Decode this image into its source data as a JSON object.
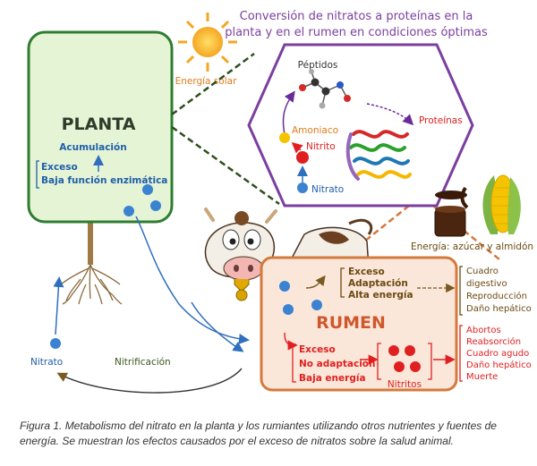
{
  "title_line1": "Conversión de nitratos a proteínas en la",
  "title_line2": "planta y en el rumen en condiciones óptimas",
  "solar_label": "Energía solar",
  "plant": {
    "title": "PLANTA",
    "accumulation": "Acumulación",
    "excess": "Exceso",
    "low_enzyme": "Baja función enzimática"
  },
  "hexagon": {
    "peptides": "Péptidos",
    "proteins": "Proteínas",
    "ammonia": "Amoniaco",
    "nitrite": "Nitrito",
    "nitrate": "Nitrato"
  },
  "energy_label": "Energía: azúcar y almidón",
  "rumen": {
    "title": "RUMEN",
    "top_excess": "Exceso",
    "top_adaptation": "Adaptación",
    "top_high_energy": "Alta energía",
    "bottom_excess": "Exceso",
    "bottom_no_adaptation": "No adaptación",
    "bottom_low_energy": "Baja energía",
    "nitrites": "Nitritos"
  },
  "effects_good": [
    "Cuadro",
    "digestivo",
    "Reproducción",
    "Daño hepático"
  ],
  "effects_bad": [
    "Abortos",
    "Reabsorción",
    "Cuadro agudo",
    "Daño hepático",
    "Muerte"
  ],
  "cycle": {
    "nitrate": "Nitrato",
    "nitrification": "Nitrificación"
  },
  "caption": "Figura 1. Metabolismo del nitrato en la planta y los rumiantes utilizando otros nutrientes y fuentes de energía. Se muestran los efectos causados por el exceso de nitratos sobre la salud animal.",
  "colors": {
    "title_purple": "#7b3fa0",
    "plant_green": "#2e7d32",
    "plant_fill": "#e6f4d6",
    "plant_text_blue": "#1f5fa8",
    "rumen_border": "#d47a3c",
    "rumen_fill": "#fbe7da",
    "rumen_title": "#d0572b",
    "red": "#e02020",
    "olive": "#6b4a12",
    "orange_text": "#e07b1a",
    "dot_blue": "#3b82d0",
    "peptide_purple": "#6a2b9a"
  }
}
